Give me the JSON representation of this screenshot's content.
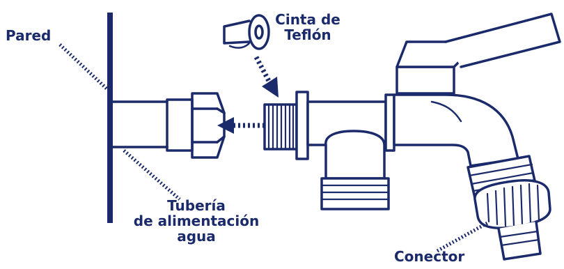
{
  "colors": {
    "ink": "#1b2a6b",
    "background": "#ffffff"
  },
  "labels": {
    "wall": "Pared",
    "tape": [
      "Cinta de",
      "Teflón"
    ],
    "pipe": [
      "Tubería",
      "de alimentación",
      "agua"
    ],
    "connector": "Conector"
  },
  "icons": [
    "teflon-tape-roll-icon",
    "insertion-arrow-icon",
    "screw-arrow-icon"
  ]
}
